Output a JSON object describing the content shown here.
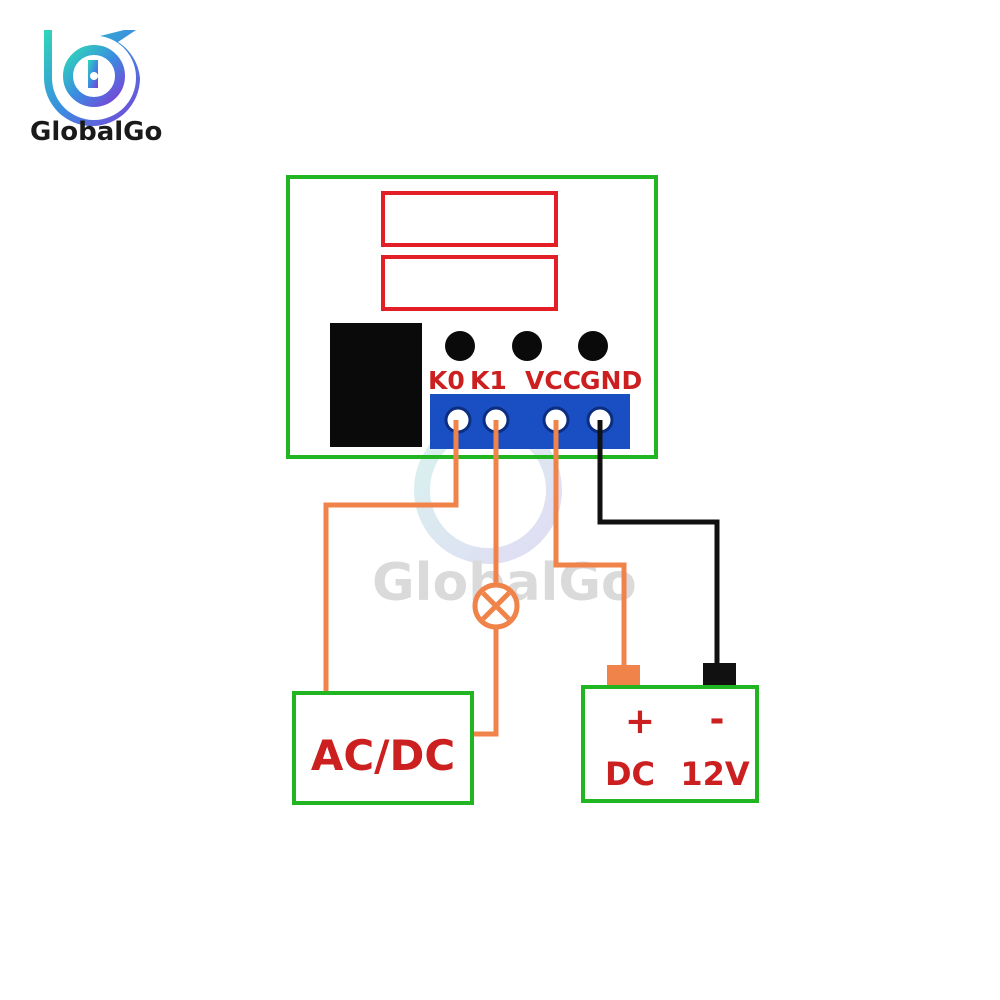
{
  "brand": {
    "name": "GlobalGo",
    "watermark": "GlobalGo"
  },
  "terminals": {
    "k0": "K0",
    "k1": "K1",
    "vcc": "VCC",
    "gnd": "GND"
  },
  "boxes": {
    "ac_dc": "AC/DC",
    "plus": "+",
    "minus": "-",
    "dc": "DC",
    "v12": "12V"
  },
  "colors": {
    "frame_green": "#22b522",
    "display_red": "#e41e26",
    "terminal_blue": "#1a4fc4",
    "wire_orange": "#f0834a",
    "wire_black": "#111111",
    "label_red": "#cc1f1f"
  }
}
